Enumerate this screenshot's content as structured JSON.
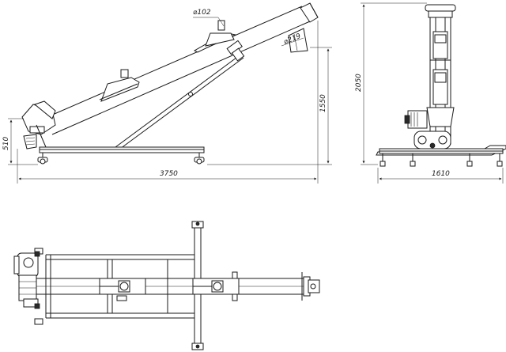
{
  "dimensions": {
    "pipe_diameter": "⌀102",
    "outlet_diameter": "⌀219",
    "inlet_height": "510",
    "outlet_height": "1550",
    "side_height": "2050",
    "total_length": "3750",
    "frame_width": "1610"
  }
}
